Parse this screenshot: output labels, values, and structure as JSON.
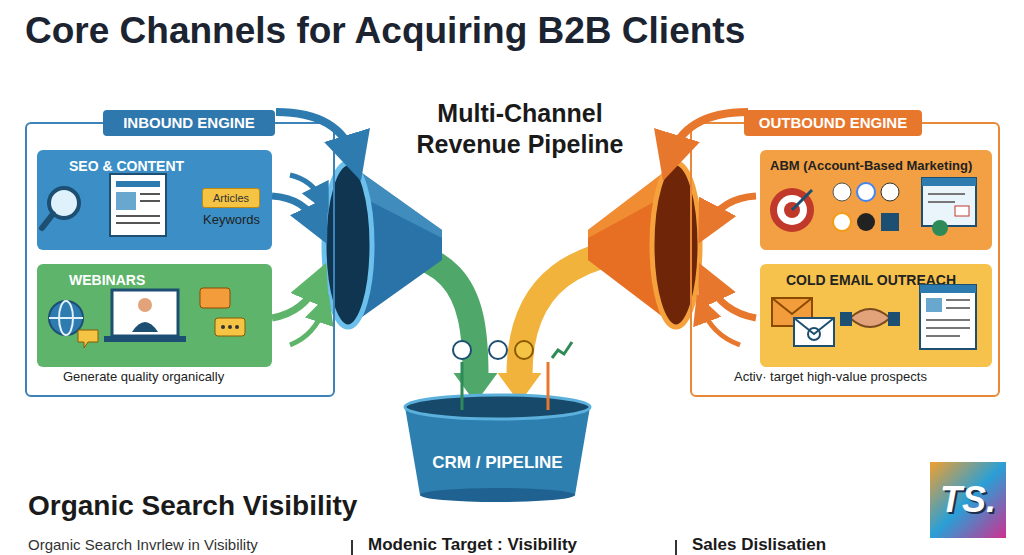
{
  "diagram": {
    "title": "Core Channels for Acquiring B2B Clients",
    "nodes": [
      {
        "text": [
          "INBOUND ENGINE",
          "Generate quality organically"
        ]
      },
      {
        "text": [
          "SEO & CONTENT"
        ],
        "in": 0
      },
      {
        "text": [
          "Articles"
        ],
        "in": 1
      },
      {
        "text": [
          "WEBINARS"
        ],
        "in": 0
      },
      {
        "text": [
          "OUTBOUND ENGINE",
          "Activ· target high-value prospects"
        ]
      },
      {
        "text": [
          "ABM (Account-Based Marketing)"
        ],
        "in": 4
      },
      {
        "text": [
          "COLD EMAIL OUTREACH"
        ],
        "in": 4
      },
      {
        "text": [
          "CRM / PIPELINE"
        ]
      }
    ],
    "edges": [
      {
        "from": 0,
        "to": 7,
        "arrow": "to"
      },
      {
        "from": 4,
        "to": 7,
        "arrow": "to"
      }
    ],
    "labels": [
      "Multi-Channel Revenue Pipeline",
      "Keywords",
      "Organic Search Visibility",
      "Organic Search Invrlew in Visibility",
      "Modenic Target : Visibility",
      "Sales Dislisatien",
      "TS."
    ]
  }
}
